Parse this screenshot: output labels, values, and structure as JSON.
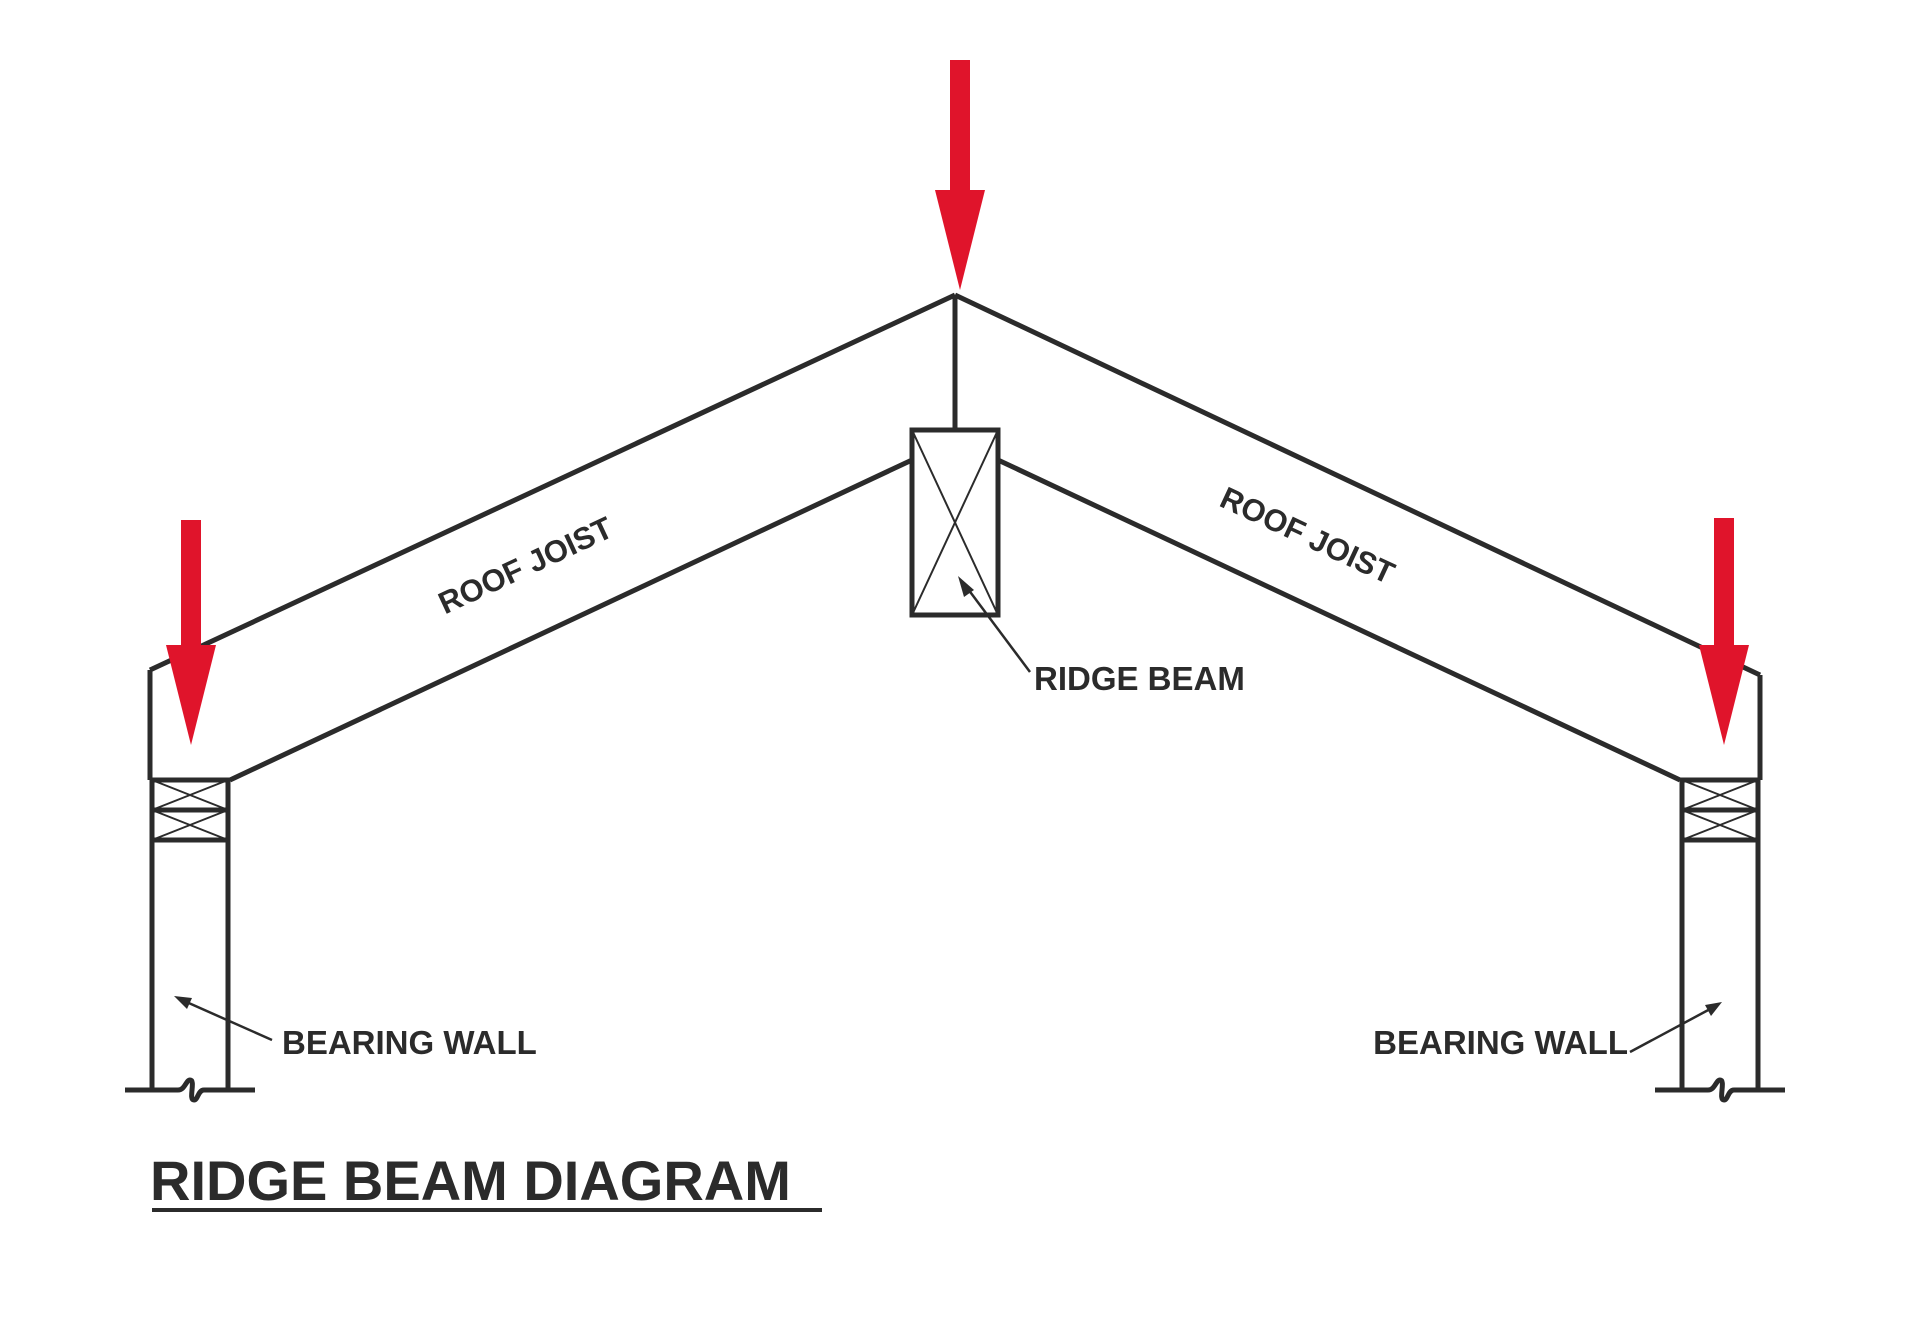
{
  "diagram": {
    "title": "RIDGE BEAM DIAGRAM",
    "labels": {
      "roof_joist_left": "ROOF JOIST",
      "roof_joist_right": "ROOF JOIST",
      "ridge_beam": "RIDGE BEAM",
      "bearing_wall_left": "BEARING WALL",
      "bearing_wall_right": "BEARING WALL"
    },
    "colors": {
      "line": "#2b2b2b",
      "load_arrow": "#e0142b",
      "background": "#ffffff"
    }
  }
}
